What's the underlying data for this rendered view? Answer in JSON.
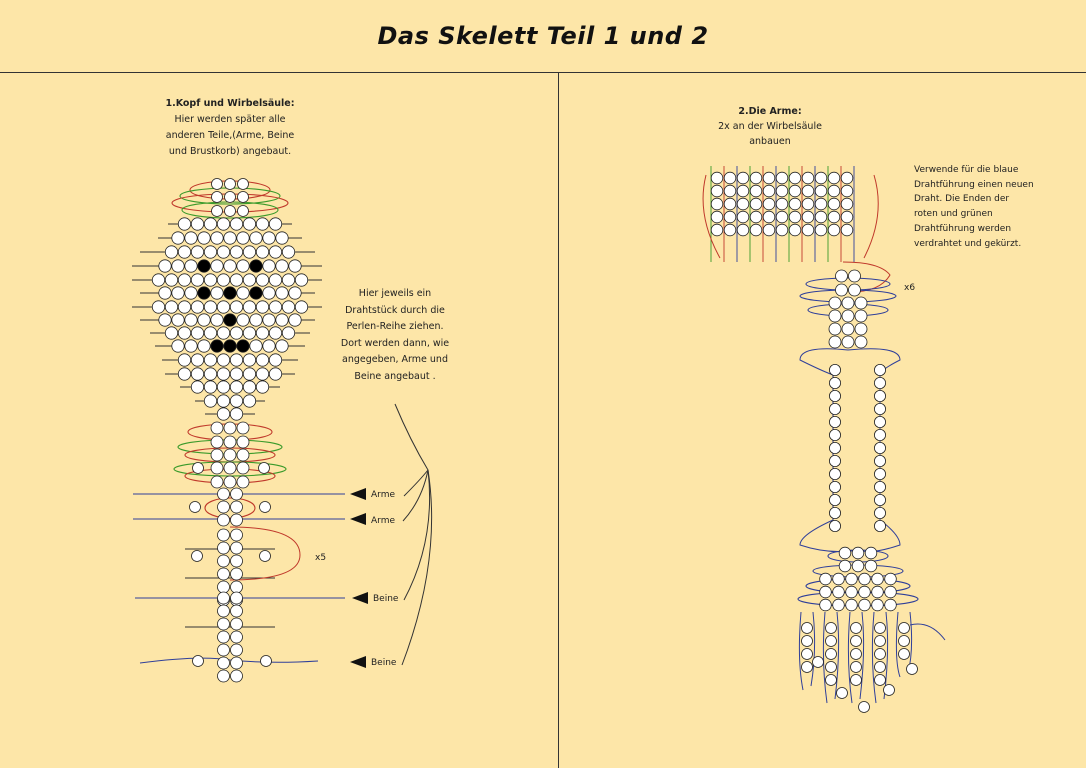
{
  "title": "Das Skelett Teil 1 und 2",
  "part1": {
    "heading": "1.Kopf und Wirbelsäule:",
    "desc": [
      "Hier werden später alle",
      "anderen Teile,(Arme, Beine",
      "und Brustkorb) angebaut."
    ],
    "note": [
      "Hier jeweils ein",
      "Drahtstück durch die",
      "Perlen-Reihe ziehen.",
      "Dort werden dann, wie",
      "angegeben, Arme und",
      "Beine angebaut ."
    ],
    "labels": {
      "arme": "Arme",
      "beine": "Beine",
      "repeat": "x5"
    }
  },
  "part2": {
    "heading": "2.Die Arme:",
    "desc": [
      "2x an der Wirbelsäule",
      "anbauen"
    ],
    "note": [
      "Verwende für die blaue",
      "Drahtführung einen neuen",
      "Draht. Die Enden der",
      "roten und grünen",
      "Drahtführung werden",
      "verdrahtet und gekürzt."
    ],
    "labels": {
      "repeat": "x6"
    }
  },
  "colors": {
    "background": "#fde6a8",
    "wire_blue": "#2f3f9a",
    "wire_red": "#c0392b",
    "wire_green": "#3a9a2a",
    "bead_white": "#ffffff",
    "bead_black": "#000000",
    "line": "#333333"
  }
}
